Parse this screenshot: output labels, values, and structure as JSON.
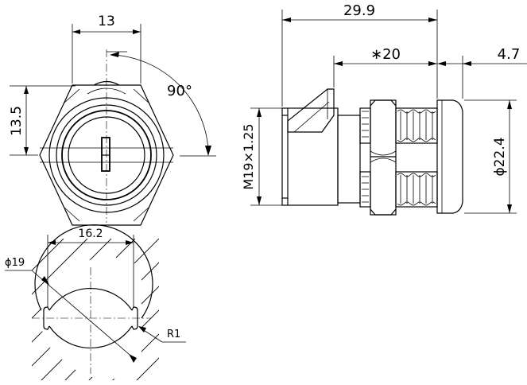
{
  "front_view": {
    "dim_width": "13",
    "dim_height": "13.5",
    "dim_angle": "90°"
  },
  "side_view": {
    "dim_length": "29.9",
    "dim_thread_length": "∗20",
    "dim_head": "4.7",
    "dim_thread": "M19×1.25",
    "dim_head_dia": "ϕ22.4"
  },
  "cutout_view": {
    "dim_flat": "16.2",
    "dim_dia": "ϕ19",
    "dim_radius": "R1"
  }
}
